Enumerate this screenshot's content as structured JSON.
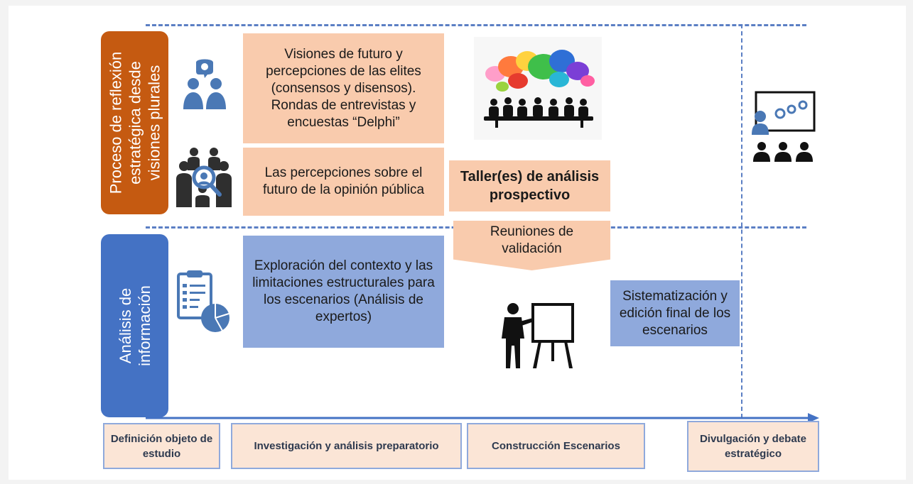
{
  "rows": {
    "top_label": "Proceso de reflexión estratégica desde visiones plurales",
    "bottom_label": "Análisis de información"
  },
  "boxes": {
    "elites": "Visiones de futuro y percepciones de las elites (consensos y disensos). Rondas de entrevistas y encuestas “Delphi”",
    "opinion": "Las percepciones sobre el futuro de la opinión pública",
    "taller": "Taller(es) de análisis prospectivo",
    "reuniones": "Reuniones de validación",
    "exploracion": "Exploración del contexto y las limitaciones estructurales para los escenarios (Análisis de expertos)",
    "sistematizacion": "Sistematización y edición final de los escenarios"
  },
  "phases": {
    "p1": "Definición objeto de estudio",
    "p2": "Investigación y análisis preparatorio",
    "p3": "Construcción Escenarios",
    "p4": "Divulgación y debate estratégico"
  },
  "colors": {
    "orange_label": "#c55a11",
    "blue_label": "#4472c4",
    "orange_box": "#f9cbad",
    "blue_box": "#8fa9dc",
    "phase_box": "#fbe5d6",
    "icon_blue": "#4a78b5"
  },
  "icons": [
    "people-dialog-icon",
    "team-search-icon",
    "speech-bubbles-meeting-icon",
    "clipboard-chart-icon",
    "presenter-icon",
    "presentation-audience-icon"
  ]
}
